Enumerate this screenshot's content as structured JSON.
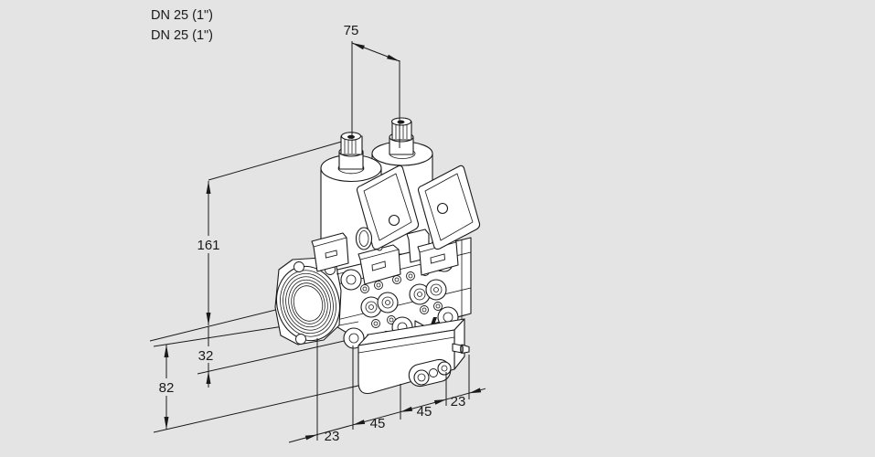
{
  "drawing": {
    "type": "technical-dimension-drawing",
    "subject": "double solenoid valve, isometric line art",
    "background_color": "#e4e4e4",
    "line_color": "#1a1a1a",
    "labels": {
      "dn_top": "DN 25 (1\")",
      "dn_bottom": "DN 25 (1\")"
    },
    "dimensions": {
      "solenoid_spacing": "75",
      "overall_height": "161",
      "mid_offset": "32",
      "lower_height": "82",
      "chain": [
        "23",
        "45",
        "45",
        "23"
      ]
    }
  }
}
